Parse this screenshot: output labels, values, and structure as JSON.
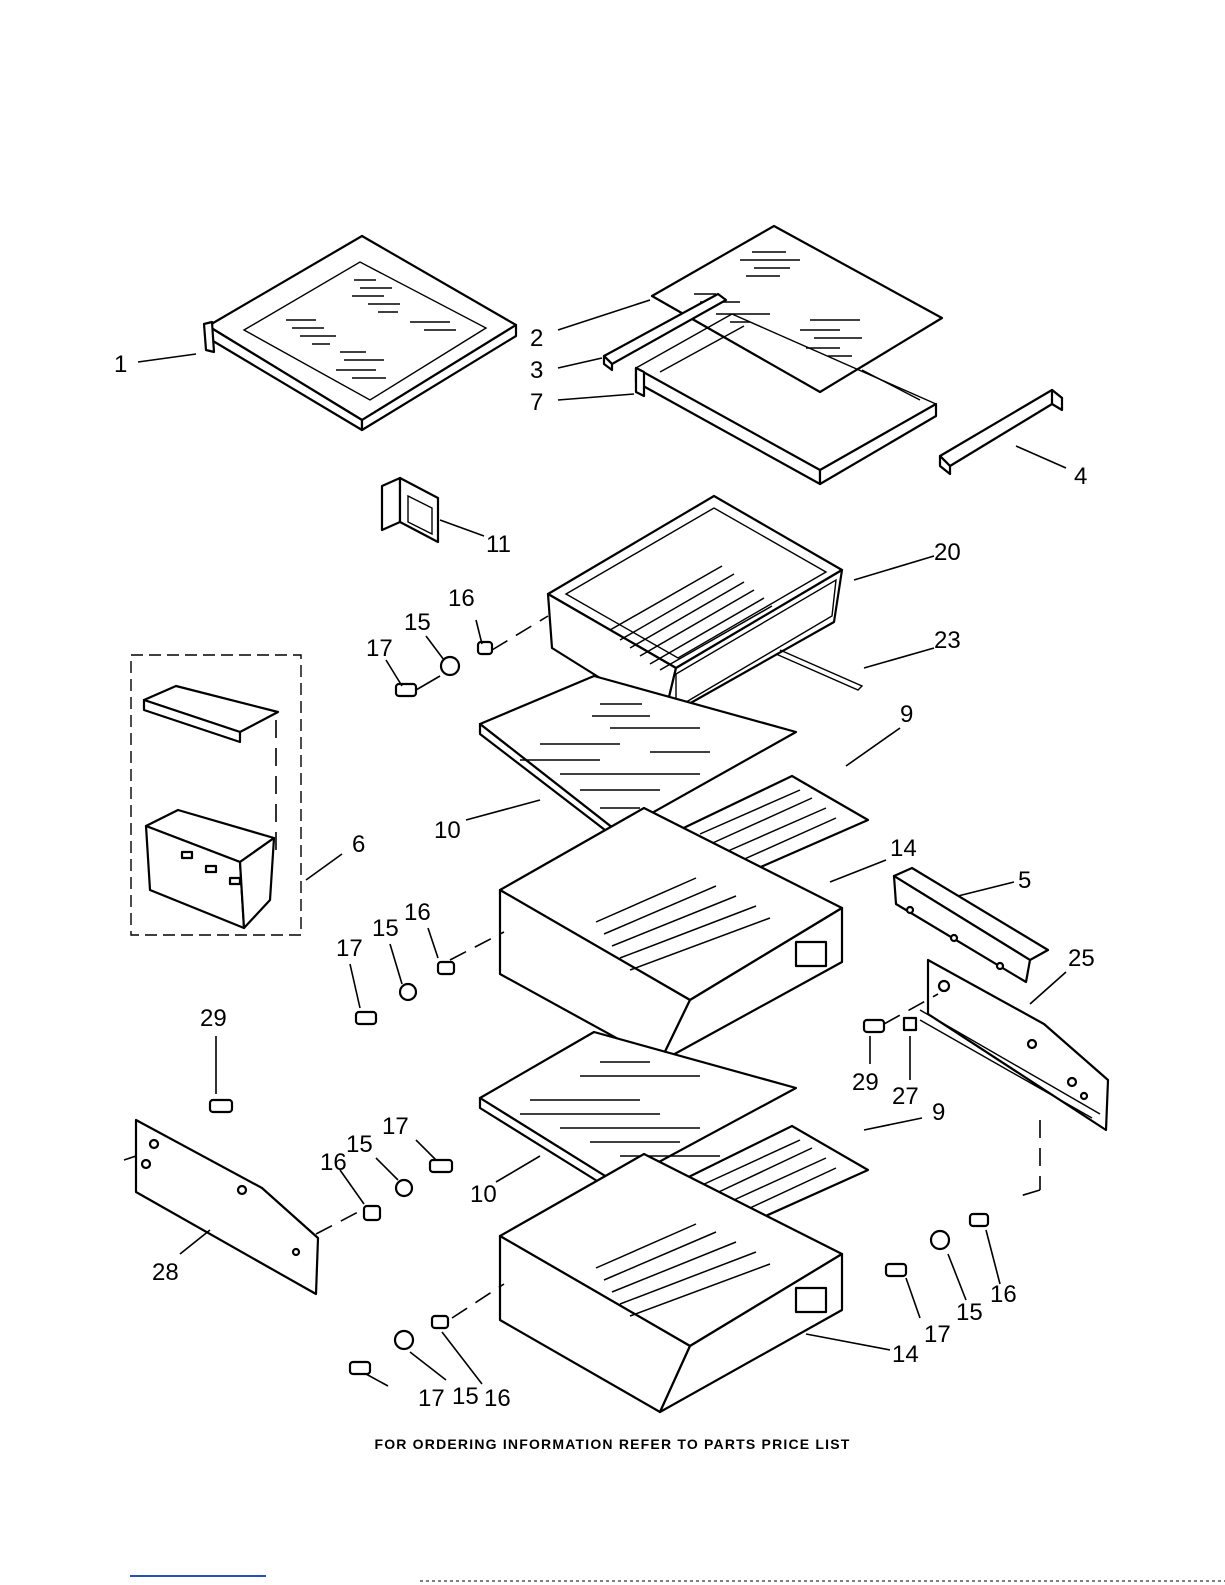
{
  "callouts": [
    {
      "id": "c1",
      "text": "1"
    },
    {
      "id": "c2",
      "text": "2"
    },
    {
      "id": "c3",
      "text": "3"
    },
    {
      "id": "c7",
      "text": "7"
    },
    {
      "id": "c4",
      "text": "4"
    },
    {
      "id": "c11",
      "text": "11"
    },
    {
      "id": "c20",
      "text": "20"
    },
    {
      "id": "c23",
      "text": "23"
    },
    {
      "id": "c16a",
      "text": "16"
    },
    {
      "id": "c15a",
      "text": "15"
    },
    {
      "id": "c17a",
      "text": "17"
    },
    {
      "id": "c9a",
      "text": "9"
    },
    {
      "id": "c10a",
      "text": "10"
    },
    {
      "id": "c6",
      "text": "6"
    },
    {
      "id": "c14a",
      "text": "14"
    },
    {
      "id": "c5",
      "text": "5"
    },
    {
      "id": "c16b",
      "text": "16"
    },
    {
      "id": "c15b",
      "text": "15"
    },
    {
      "id": "c17b",
      "text": "17"
    },
    {
      "id": "c25",
      "text": "25"
    },
    {
      "id": "c29a",
      "text": "29"
    },
    {
      "id": "c29b",
      "text": "29"
    },
    {
      "id": "c27",
      "text": "27"
    },
    {
      "id": "c9b",
      "text": "9"
    },
    {
      "id": "c17c",
      "text": "17"
    },
    {
      "id": "c15c",
      "text": "15"
    },
    {
      "id": "c16c",
      "text": "16"
    },
    {
      "id": "c10b",
      "text": "10"
    },
    {
      "id": "c28",
      "text": "28"
    },
    {
      "id": "c16d",
      "text": "16"
    },
    {
      "id": "c15d",
      "text": "15"
    },
    {
      "id": "c17d",
      "text": "17"
    },
    {
      "id": "c14b",
      "text": "14"
    },
    {
      "id": "c17e",
      "text": "17"
    },
    {
      "id": "c15e",
      "text": "15"
    },
    {
      "id": "c16e",
      "text": "16"
    }
  ],
  "footer_note": "FOR ORDERING INFORMATION REFER TO PARTS PRICE LIST"
}
